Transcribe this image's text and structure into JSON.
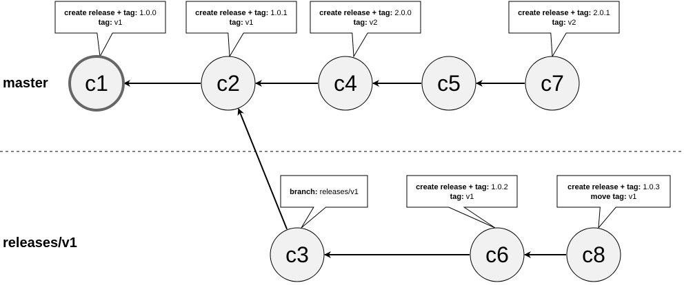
{
  "branches": [
    {
      "id": "master",
      "label": "master"
    },
    {
      "id": "releases",
      "label": "releases/v1"
    }
  ],
  "nodes": [
    {
      "id": "c1",
      "label": "c1",
      "emphasis": true
    },
    {
      "id": "c2",
      "label": "c2"
    },
    {
      "id": "c4",
      "label": "c4"
    },
    {
      "id": "c5",
      "label": "c5"
    },
    {
      "id": "c7",
      "label": "c7"
    },
    {
      "id": "c3",
      "label": "c3"
    },
    {
      "id": "c6",
      "label": "c6"
    },
    {
      "id": "c8",
      "label": "c8"
    }
  ],
  "edges": [
    {
      "from": "c2",
      "to": "c1"
    },
    {
      "from": "c4",
      "to": "c2"
    },
    {
      "from": "c5",
      "to": "c4"
    },
    {
      "from": "c7",
      "to": "c5"
    },
    {
      "from": "c3",
      "to": "c2"
    },
    {
      "from": "c6",
      "to": "c3"
    },
    {
      "from": "c8",
      "to": "c6"
    }
  ],
  "callouts": [
    {
      "node": "c1",
      "lines": [
        [
          {
            "t": "create release + tag:",
            "b": true
          },
          {
            "t": " 1.0.0",
            "b": false
          }
        ],
        [
          {
            "t": "tag:",
            "b": true
          },
          {
            "t": " v1",
            "b": false
          }
        ]
      ]
    },
    {
      "node": "c2",
      "lines": [
        [
          {
            "t": "create release + tag:",
            "b": true
          },
          {
            "t": " 1.0.1",
            "b": false
          }
        ],
        [
          {
            "t": "tag:",
            "b": true
          },
          {
            "t": " v1",
            "b": false
          }
        ]
      ]
    },
    {
      "node": "c4",
      "lines": [
        [
          {
            "t": "create release + tag:",
            "b": true
          },
          {
            "t": " 2.0.0",
            "b": false
          }
        ],
        [
          {
            "t": "tag:",
            "b": true
          },
          {
            "t": " v2",
            "b": false
          }
        ]
      ]
    },
    {
      "node": "c7",
      "lines": [
        [
          {
            "t": "create release + tag:",
            "b": true
          },
          {
            "t": " 2.0.1",
            "b": false
          }
        ],
        [
          {
            "t": "tag:",
            "b": true
          },
          {
            "t": " v2",
            "b": false
          }
        ]
      ]
    },
    {
      "node": "c3",
      "lines": [
        [
          {
            "t": "branch:",
            "b": true
          },
          {
            "t": " releases/v1",
            "b": false
          }
        ]
      ]
    },
    {
      "node": "c6",
      "lines": [
        [
          {
            "t": "create release + tag:",
            "b": true
          },
          {
            "t": " 1.0.2",
            "b": false
          }
        ],
        [
          {
            "t": "tag:",
            "b": true
          },
          {
            "t": " v1",
            "b": false
          }
        ]
      ]
    },
    {
      "node": "c8",
      "lines": [
        [
          {
            "t": "create release + tag:",
            "b": true
          },
          {
            "t": " 1.0.3",
            "b": false
          }
        ],
        [
          {
            "t": "move tag:",
            "b": true
          },
          {
            "t": " v1",
            "b": false
          }
        ]
      ]
    }
  ],
  "colors": {
    "node_fill": "#f1f1f1",
    "node_stroke": "#000000",
    "node_stroke_emphasis": "#666666",
    "edge": "#000000",
    "separator": "#000000",
    "callout_fill": "#ffffff",
    "callout_stroke": "#000000"
  }
}
